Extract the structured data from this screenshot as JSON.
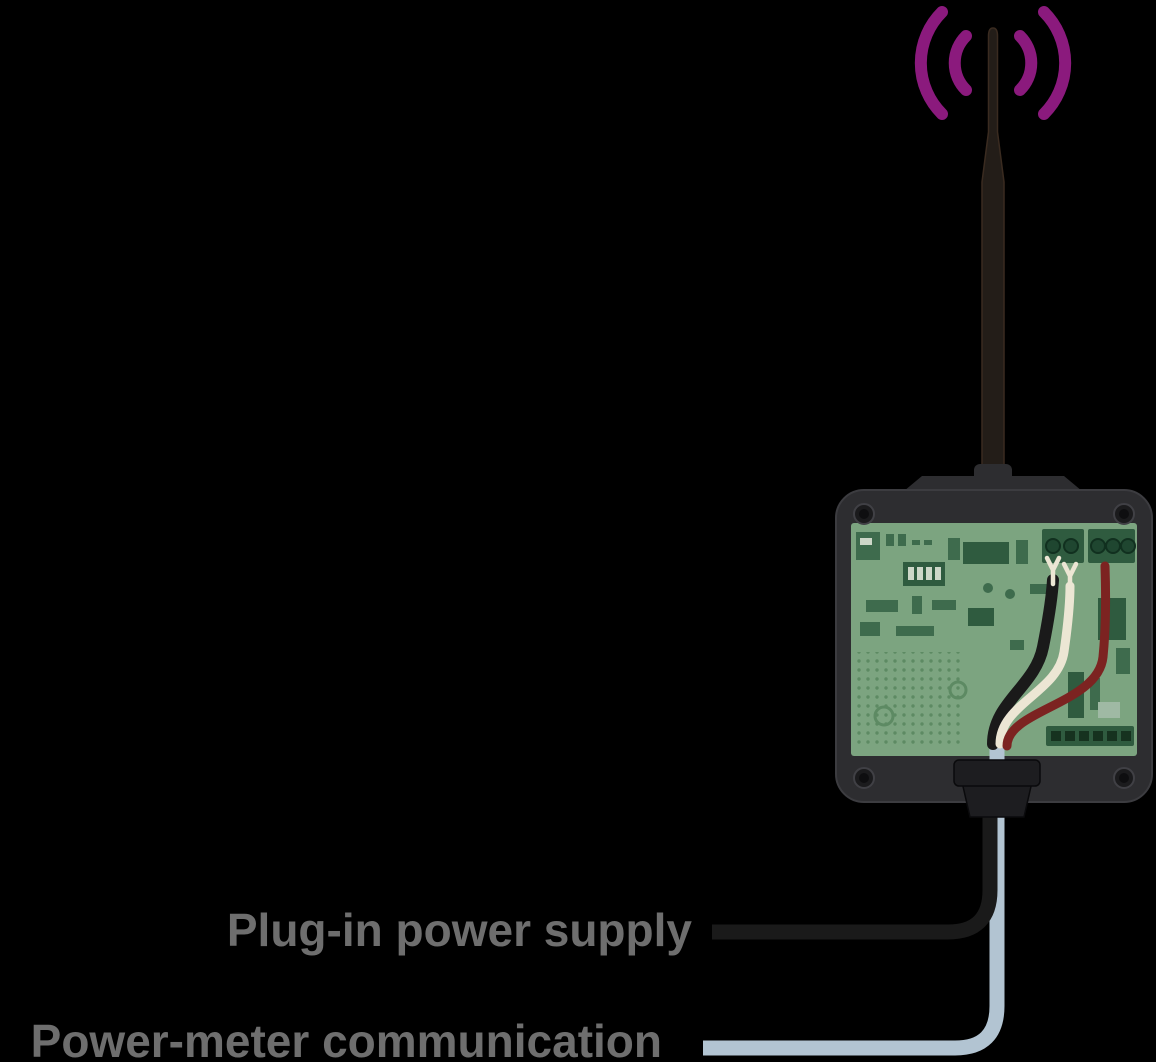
{
  "figure": {
    "type": "diagram",
    "labels": {
      "plug_in_power_supply": "Plug-in power supply",
      "power_meter_communication": "Power-meter communication"
    }
  },
  "icons": {
    "wireless_signal": "wireless-signal-icon",
    "antenna": "antenna-icon",
    "fork_terminal": "fork-terminal-icon",
    "screw": "screw-icon"
  },
  "colors": {
    "background": "#000000",
    "signal_arcs": "#8b1a7d",
    "antenna": "#231d18",
    "enclosure": "#2d2d30",
    "enclosure_edge": "#3c3c40",
    "pcb": "#7ca480",
    "pcb_component_dark": "#3e6b4d",
    "pcb_component_darker": "#2f5b3f",
    "pcb_dot": "#5d8a63",
    "wire_black": "#1a1a1a",
    "wire_white": "#ece6d4",
    "wire_red": "#7c2321",
    "cable_gray": "#b2c4d2",
    "gland": "#1d1d20",
    "label_text": "#6e6e6e"
  }
}
